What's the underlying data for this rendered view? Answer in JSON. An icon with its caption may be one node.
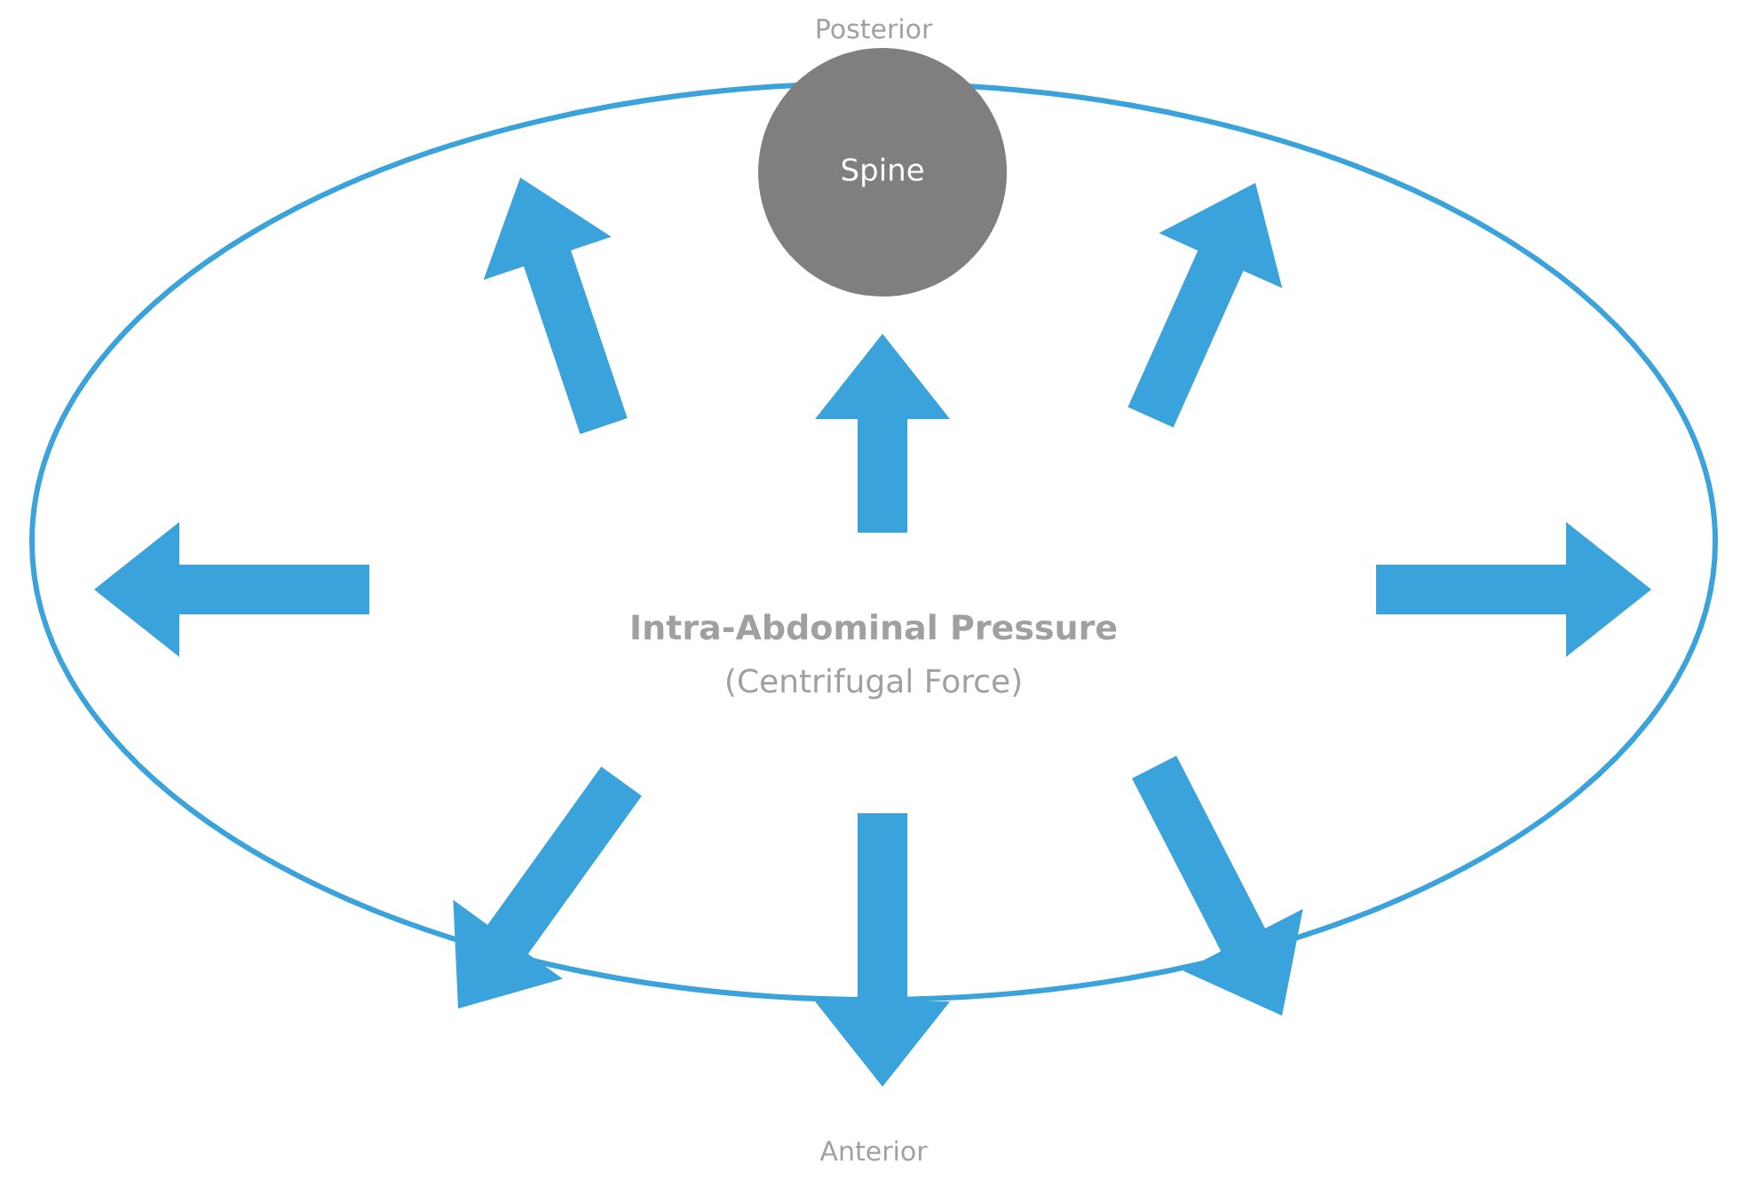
{
  "diagram": {
    "nodes": [
      {
        "text": [
          "Intra-Abdominal Pressure",
          "(Centrifugal Force)"
        ]
      },
      {
        "text": [
          "Spine"
        ]
      }
    ],
    "edges": [],
    "labels": [
      "Posterior",
      "Anterior"
    ]
  }
}
